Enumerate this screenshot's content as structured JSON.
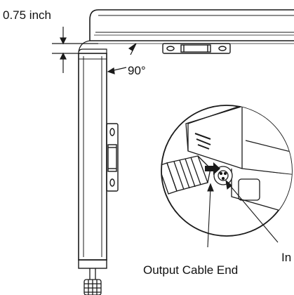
{
  "labels": {
    "gap_dimension": "0.75 inch",
    "corner_angle": "90°",
    "output_cable_end": "Output Cable End",
    "input_end_partial": "In"
  },
  "icons": [
    "fixture-bar-horizontal",
    "fixture-bar-vertical",
    "mounting-bracket",
    "connector-detail-circle",
    "output-cable-connector"
  ],
  "colors": {
    "line": "#1a1a1a",
    "background": "#ffffff"
  }
}
